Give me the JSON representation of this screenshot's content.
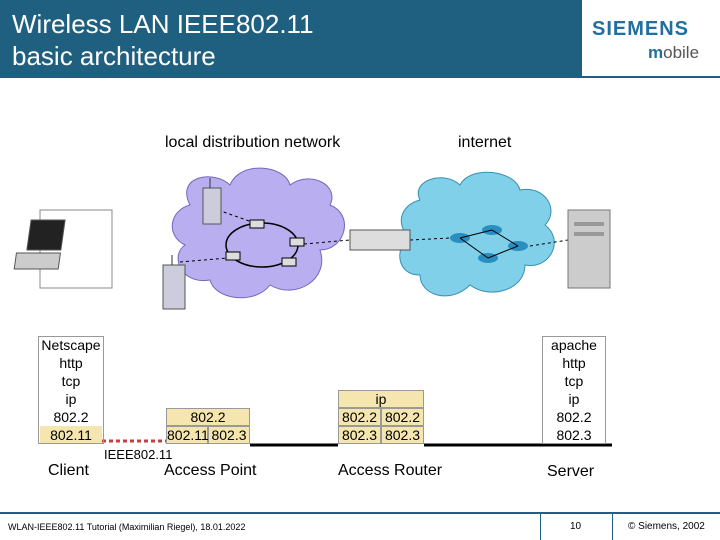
{
  "title": "Wireless LAN IEEE802.11\nbasic architecture",
  "logo": {
    "brand": "SIEMENS",
    "sub_m": "m",
    "sub_rest": "obile"
  },
  "labels": {
    "local_network": "local distribution network",
    "internet": "internet",
    "wireless_link": "IEEE802.11"
  },
  "client": {
    "name": "Client",
    "stack": [
      "Netscape",
      "http",
      "tcp",
      "ip",
      "802.2",
      "802.11"
    ]
  },
  "access_point": {
    "name": "Access Point",
    "stack_top": "802.2",
    "stack_left": "802.11",
    "stack_right": "802.3"
  },
  "access_router": {
    "name": "Access Router",
    "stack_top": "ip",
    "row1": [
      "802.2",
      "802.2"
    ],
    "row2": [
      "802.3",
      "802.3"
    ]
  },
  "server": {
    "name": "Server",
    "stack": [
      "apache",
      "http",
      "tcp",
      "ip",
      "802.2",
      "802.3"
    ]
  },
  "footer": {
    "left": "WLAN-IEEE802.11 Tutorial (Maximilian Riegel), 18.01.2022",
    "page": "10",
    "copyright": "© Siemens, 2002"
  },
  "colors": {
    "title_bg": "#1f5f7f",
    "cloud": "#b8aef0",
    "stack_fill": "#f5e6b0"
  }
}
